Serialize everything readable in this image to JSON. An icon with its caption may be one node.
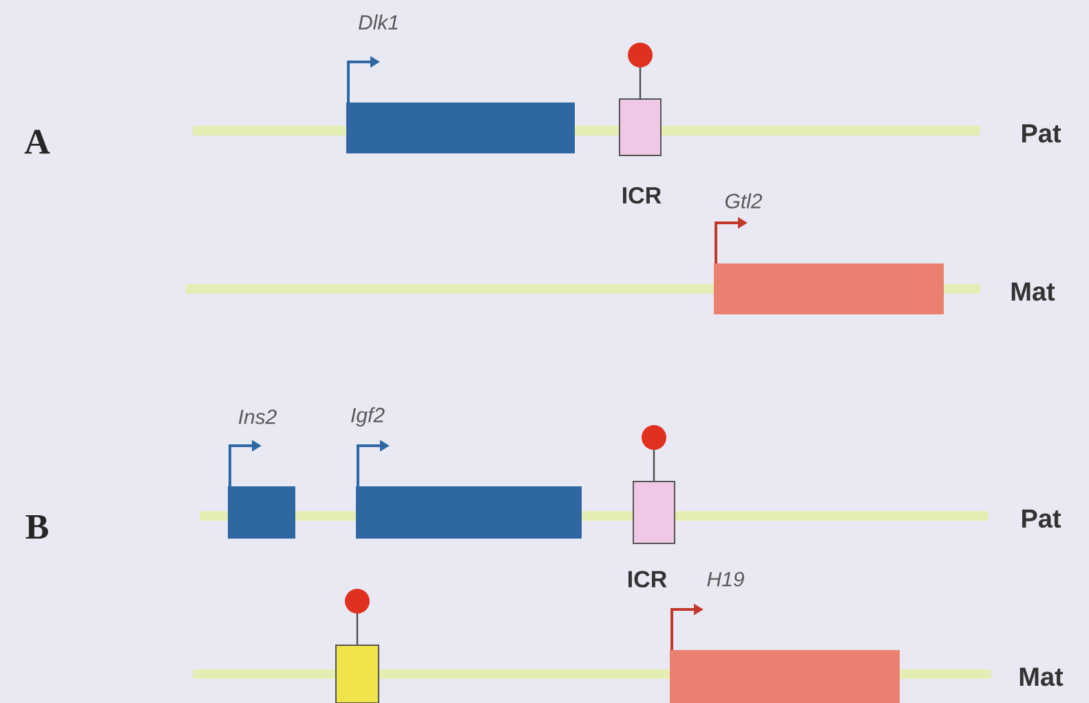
{
  "diagram": {
    "nodes": [
      {
        "text": [
          "Dlk1"
        ]
      },
      {
        "text": [
          "ICR"
        ]
      },
      {
        "text": [
          "Gtl2"
        ]
      },
      {
        "text": [
          "Ins2"
        ]
      },
      {
        "text": [
          "Igf2"
        ]
      },
      {
        "text": [
          "ICR"
        ]
      },
      {
        "text": [],
        "shape": "box"
      },
      {
        "text": [
          "H19"
        ]
      }
    ],
    "labels": [
      "A",
      "Pat",
      "Mat",
      "B",
      "Pat",
      "Mat"
    ]
  }
}
